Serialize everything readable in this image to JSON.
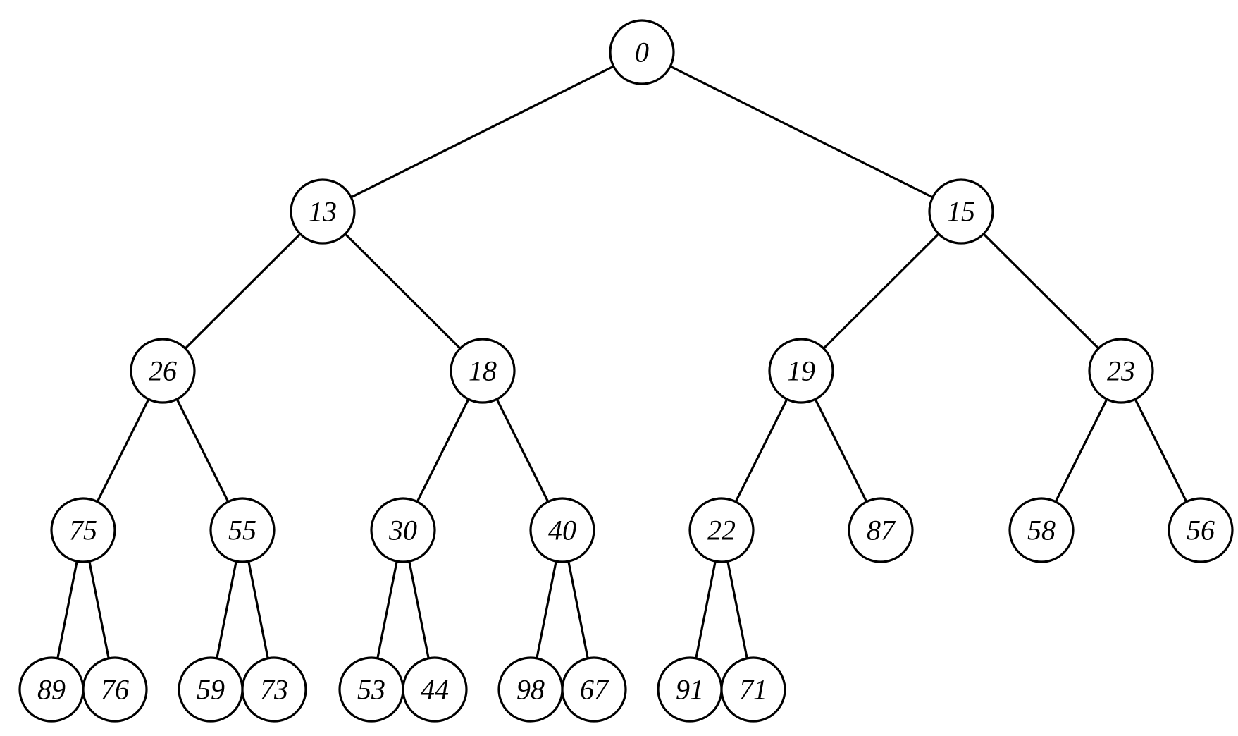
{
  "diagram": {
    "type": "binary-heap-tree",
    "colors": {
      "stroke": "#000000",
      "fill": "#ffffff"
    },
    "root": {
      "key": "0",
      "children": [
        {
          "key": "13",
          "children": [
            {
              "key": "26",
              "children": [
                {
                  "key": "75",
                  "children": [
                    {
                      "key": "89",
                      "children": []
                    },
                    {
                      "key": "76",
                      "children": []
                    }
                  ]
                },
                {
                  "key": "55",
                  "children": [
                    {
                      "key": "59",
                      "children": []
                    },
                    {
                      "key": "73",
                      "children": []
                    }
                  ]
                }
              ]
            },
            {
              "key": "18",
              "children": [
                {
                  "key": "30",
                  "children": [
                    {
                      "key": "53",
                      "children": []
                    },
                    {
                      "key": "44",
                      "children": []
                    }
                  ]
                },
                {
                  "key": "40",
                  "children": [
                    {
                      "key": "98",
                      "children": []
                    },
                    {
                      "key": "67",
                      "children": []
                    }
                  ]
                }
              ]
            }
          ]
        },
        {
          "key": "15",
          "children": [
            {
              "key": "19",
              "children": [
                {
                  "key": "22",
                  "children": [
                    {
                      "key": "91",
                      "children": []
                    },
                    {
                      "key": "71",
                      "children": []
                    }
                  ]
                },
                {
                  "key": "87",
                  "children": []
                }
              ]
            },
            {
              "key": "23",
              "children": [
                {
                  "key": "58",
                  "children": []
                },
                {
                  "key": "56",
                  "children": []
                }
              ]
            }
          ]
        }
      ]
    }
  }
}
